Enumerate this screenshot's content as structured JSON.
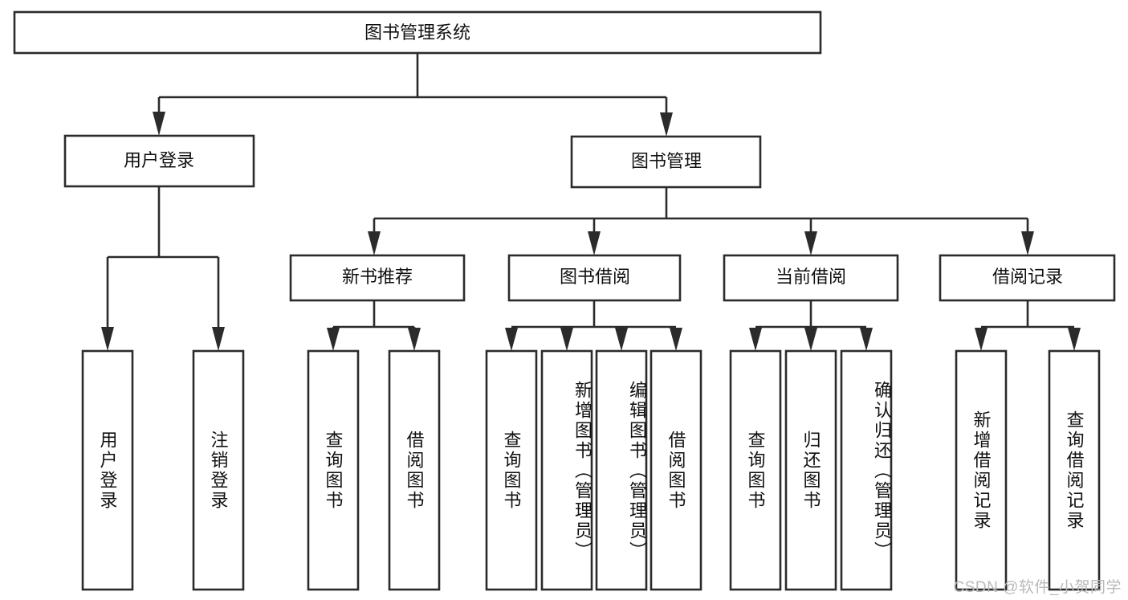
{
  "diagram": {
    "type": "tree-hierarchy",
    "title": "图书管理系统",
    "background_color": "#ffffff",
    "line_color": "#2b2b2b",
    "text_color": "#111111",
    "watermark": "CSDN @软件_小贺同学",
    "levels": [
      {
        "level": 1,
        "nodes": [
          {
            "id": "root",
            "label": "图书管理系统",
            "orientation": "horizontal"
          }
        ]
      },
      {
        "level": 2,
        "nodes": [
          {
            "id": "user-login",
            "label": "用户登录",
            "orientation": "horizontal",
            "parent": "root"
          },
          {
            "id": "book-manage",
            "label": "图书管理",
            "orientation": "horizontal",
            "parent": "root"
          }
        ]
      },
      {
        "level": 3,
        "nodes": [
          {
            "id": "new-book-rec",
            "label": "新书推荐",
            "orientation": "horizontal",
            "parent": "book-manage"
          },
          {
            "id": "book-borrow",
            "label": "图书借阅",
            "orientation": "horizontal",
            "parent": "book-manage"
          },
          {
            "id": "current-borrow",
            "label": "当前借阅",
            "orientation": "horizontal",
            "parent": "book-manage"
          },
          {
            "id": "borrow-record",
            "label": "借阅记录",
            "orientation": "horizontal",
            "parent": "book-manage"
          }
        ]
      },
      {
        "level": 4,
        "nodes": [
          {
            "id": "leaf-user-login",
            "label": "用户登录",
            "orientation": "vertical",
            "parent": "user-login"
          },
          {
            "id": "leaf-logout",
            "label": "注销登录",
            "orientation": "vertical",
            "parent": "user-login"
          },
          {
            "id": "leaf-query-book-1",
            "label": "查询图书",
            "orientation": "vertical",
            "parent": "new-book-rec"
          },
          {
            "id": "leaf-borrow-book-1",
            "label": "借阅图书",
            "orientation": "vertical",
            "parent": "new-book-rec"
          },
          {
            "id": "leaf-query-book-2",
            "label": "查询图书",
            "orientation": "vertical",
            "parent": "book-borrow"
          },
          {
            "id": "leaf-add-book",
            "label": "新增图书（管理员）",
            "orientation": "vertical",
            "parent": "book-borrow"
          },
          {
            "id": "leaf-edit-book",
            "label": "编辑图书（管理员）",
            "orientation": "vertical",
            "parent": "book-borrow"
          },
          {
            "id": "leaf-borrow-book-2",
            "label": "借阅图书",
            "orientation": "vertical",
            "parent": "book-borrow"
          },
          {
            "id": "leaf-query-book-3",
            "label": "查询图书",
            "orientation": "vertical",
            "parent": "current-borrow"
          },
          {
            "id": "leaf-return-book",
            "label": "归还图书",
            "orientation": "vertical",
            "parent": "current-borrow"
          },
          {
            "id": "leaf-confirm-return",
            "label": "确认归还（管理员）",
            "orientation": "vertical",
            "parent": "current-borrow"
          },
          {
            "id": "leaf-add-record",
            "label": "新增借阅记录",
            "orientation": "vertical",
            "parent": "borrow-record"
          },
          {
            "id": "leaf-query-record",
            "label": "查询借阅记录",
            "orientation": "vertical",
            "parent": "borrow-record"
          }
        ]
      }
    ]
  },
  "labels": {
    "root": "图书管理系统",
    "user_login": "用户登录",
    "book_manage": "图书管理",
    "new_book_rec": "新书推荐",
    "book_borrow": "图书借阅",
    "current_borrow": "当前借阅",
    "borrow_record": "借阅记录",
    "leaf_user_login": "用户登录",
    "leaf_logout": "注销登录",
    "leaf_query_book_1": "查询图书",
    "leaf_borrow_book_1": "借阅图书",
    "leaf_query_book_2": "查询图书",
    "leaf_add_book": "新增图书（管理员）",
    "leaf_edit_book": "编辑图书（管理员）",
    "leaf_borrow_book_2": "借阅图书",
    "leaf_query_book_3": "查询图书",
    "leaf_return_book": "归还图书",
    "leaf_confirm_return": "确认归还（管理员）",
    "leaf_add_record": "新增借阅记录",
    "leaf_query_record": "查询借阅记录",
    "watermark": "CSDN @软件_小贺同学"
  }
}
